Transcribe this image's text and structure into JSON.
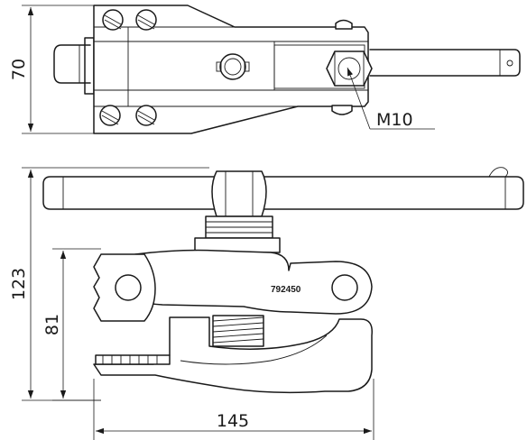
{
  "dimensions": {
    "top_height": "70",
    "overall_height": "123",
    "jaw_height": "81",
    "overall_width": "145"
  },
  "callout": {
    "thread": "M10"
  },
  "part_number": "792450"
}
